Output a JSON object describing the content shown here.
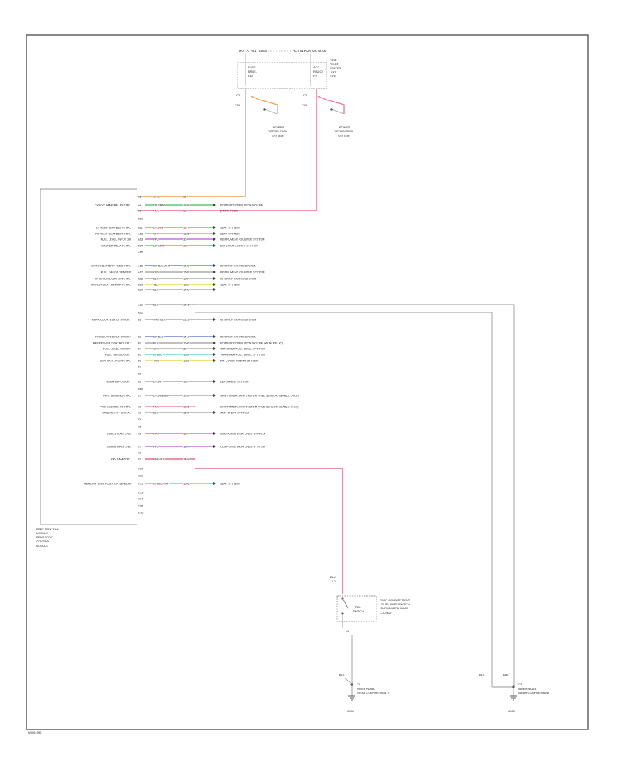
{
  "colors": {
    "border": "#555555",
    "wire_gray": "#9a9a9a",
    "wire_orange": "#f0a050",
    "wire_pink": "#f07090",
    "wire_green": "#3cc050",
    "wire_blue": "#5068d0",
    "wire_violet": "#c050e0",
    "wire_yellow": "#e0d020",
    "wire_cyan": "#40d0e0",
    "wire_red": "#e05070"
  },
  "fuse_box": {
    "hot_labels": [
      "HOT AT ALL TIMES",
      "HOT IN RUN OR START"
    ],
    "fuse_left": [
      "FUSE",
      "PANEL",
      "F10"
    ],
    "fuse_right": [
      "ACC",
      "RADIO",
      "F5"
    ],
    "right_note": [
      "FUSE",
      "RELAY",
      "CENTER",
      "LEFT",
      "SIDE"
    ],
    "pin_left": [
      "C2",
      "P89"
    ],
    "pin_right": [
      "C2",
      "P89"
    ],
    "ground_left": [
      "POWER",
      "DISTRIBUTION",
      "SYSTEM"
    ],
    "ground_right": [
      "POWER",
      "DISTRIBUTION",
      "SYSTEM"
    ]
  },
  "module": {
    "name_lines": [
      "BODY CONTROL",
      "MODULE",
      "REAR BODY",
      "CONTROL",
      "MODULE"
    ]
  },
  "circuits": [
    {
      "label": "",
      "pin": "A1",
      "wire": "ORG",
      "code": "840",
      "dest": "",
      "color": "orange"
    },
    {
      "label": "CARGO LAMP RELAY CTRL",
      "pin": "A4",
      "wire": "DK GRN",
      "code": "1834",
      "dest": "POWER DISTRIBUTION SYSTEM",
      "color": "green"
    },
    {
      "label": "",
      "pin": "A9",
      "wire": "PNK",
      "code": "639",
      "dest": "(FROM FUSE)",
      "color": "pink"
    },
    {
      "label": "",
      "pin": "A10",
      "wire": "",
      "code": "",
      "dest": "",
      "color": "none"
    },
    {
      "label": "LT REAR SEAT BELT CTRL",
      "pin": "A11",
      "wire": "LT GRN",
      "code": "1377",
      "dest": "SEAT SYSTEM",
      "color": "green"
    },
    {
      "label": "RT REAR SEAT BELT CTRL",
      "pin": "A12",
      "wire": "GRY",
      "code": "1381",
      "dest": "SEAT SYSTEM",
      "color": "gray"
    },
    {
      "label": "FUEL LEVEL INPUT DR",
      "pin": "A13",
      "wire": "PPL",
      "code": "30",
      "dest": "INSTRUMENT CLUSTER SYSTEM",
      "color": "violet"
    },
    {
      "label": "WASHER RELAY CTRL",
      "pin": "A14",
      "wire": "DK GRN",
      "code": "593",
      "dest": "EXTERIOR LIGHTS SYSTEM",
      "color": "green"
    },
    {
      "label": "",
      "pin": "A15",
      "wire": "",
      "code": "",
      "dest": "",
      "color": "none"
    },
    {
      "label": "CARGO BATTERY FEED CTRL",
      "pin": "A16",
      "wire": "DK BLU/WHT",
      "code": "1420",
      "dest": "INTERIOR LIGHTS SYSTEM",
      "color": "blue"
    },
    {
      "label": "FUEL GAUGE SENDER",
      "pin": "A17",
      "wire": "GRY",
      "code": "1589",
      "dest": "INSTRUMENT CLUSTER SYSTEM",
      "color": "gray"
    },
    {
      "label": "INTERIOR LIGHT SW CTRL",
      "pin": "A18",
      "wire": "BLK",
      "code": "156",
      "dest": "INTERIOR LIGHTS SYSTEM",
      "color": "gray"
    },
    {
      "label": "MIRROR SEAT MEMORY CTRL",
      "pin": "A19",
      "wire": "YEL",
      "code": "1383",
      "dest": "SEAT SYSTEM",
      "color": "yellow"
    },
    {
      "label": "",
      "pin": "A20",
      "wire": "BLK",
      "code": "1450",
      "dest": "",
      "color": "gray"
    },
    {
      "label": "",
      "pin": "A21",
      "wire": "BLK",
      "code": "1451",
      "dest": "",
      "color": "gray"
    },
    {
      "label": "",
      "pin": "A22",
      "wire": "",
      "code": "",
      "dest": "",
      "color": "none"
    },
    {
      "label": "REAR COURTESY LT SW CKT",
      "pin": "B1",
      "wire": "WHT/BLK",
      "code": "2121",
      "dest": "INTERIOR LIGHTS SYSTEM",
      "color": "gray"
    },
    {
      "label": "RR COURTESY LT SW CKT",
      "pin": "B2",
      "wire": "DK BLU",
      "code": "1412",
      "dest": "INTERIOR LIGHTS SYSTEM",
      "color": "blue"
    },
    {
      "label": "REFRESHER CONTROL CKT",
      "pin": "B3",
      "wire": "BLK",
      "code": "1640",
      "dest": "POWER DISTRIBUTION SYSTEM (WITH RELAY)",
      "color": "gray"
    },
    {
      "label": "FUEL LEVEL SW CKT",
      "pin": "B4",
      "wire": "GRY",
      "code": "30",
      "dest": "TRANSFER/FUEL LEVEL SYSTEM",
      "color": "gray"
    },
    {
      "label": "FUEL SENDER CKT",
      "pin": "B5",
      "wire": "LT BLU",
      "code": "1589",
      "dest": "TRANSFER/FUEL LEVEL SYSTEM",
      "color": "cyan"
    },
    {
      "label": "SEAT MOTOR SW CTRL",
      "pin": "B6",
      "wire": "TAN",
      "code": "1582",
      "dest": "AIR CONDITIONING SYSTEM",
      "color": "yellow"
    },
    {
      "label": "",
      "pin": "B7",
      "wire": "",
      "code": "",
      "dest": "",
      "color": "none"
    },
    {
      "label": "",
      "pin": "B8",
      "wire": "",
      "code": "",
      "dest": "",
      "color": "none"
    },
    {
      "label": "REAR DEFOG CKT",
      "pin": "B9",
      "wire": "LT GRY",
      "code": "193",
      "dest": "DEFOGGER SYSTEM",
      "color": "gray"
    },
    {
      "label": "",
      "pin": "B10",
      "wire": "",
      "code": "",
      "dest": "",
      "color": "none"
    },
    {
      "label": "FWD SENSING CTRL",
      "pin": "C1",
      "wire": "LT GRN/BLK",
      "code": "1289",
      "dest": "SHIFT INTERLOCK SYSTEM (FWD SENSOR ENABLE ONLY)",
      "color": "gray"
    },
    {
      "label": "FWD SENSING LT CTRL",
      "pin": "C2",
      "wire": "PNK",
      "code": "1286",
      "dest": "SHIFT INTERLOCK SYSTEM (FWD SENSOR ENABLE ONLY)",
      "color": "pink"
    },
    {
      "label": "PASS KEY III+ SIGNAL",
      "pin": "C3",
      "wire": "BLK",
      "code": "1590",
      "dest": "ANTI-THEFT SYSTEM",
      "color": "gray"
    },
    {
      "label": "",
      "pin": "C4",
      "wire": "",
      "code": "",
      "dest": "",
      "color": "none"
    },
    {
      "label": "",
      "pin": "C5",
      "wire": "",
      "code": "",
      "dest": "",
      "color": "none"
    },
    {
      "label": "SERIAL DATA LINE",
      "pin": "C6",
      "wire": "PPL",
      "code": "1807",
      "dest": "COMPUTER DATA LINES SYSTEM",
      "color": "violet"
    },
    {
      "label": "SERIAL DATA LINE",
      "pin": "C7",
      "wire": "PPL",
      "code": "1807",
      "dest": "COMPUTER DATA LINES SYSTEM",
      "color": "violet"
    },
    {
      "label": "",
      "pin": "C8",
      "wire": "",
      "code": "",
      "dest": "",
      "color": "none"
    },
    {
      "label": "REV LAMP CKT",
      "pin": "C9",
      "wire": "PNK/BLK",
      "code": "1444",
      "dest": "",
      "color": "red"
    },
    {
      "label": "",
      "pin": "C10",
      "wire": "",
      "code": "",
      "dest": "",
      "color": "none"
    },
    {
      "label": "",
      "pin": "C11",
      "wire": "",
      "code": "",
      "dest": "",
      "color": "none"
    },
    {
      "label": "MEMORY SEAT POSITION SENSOR",
      "pin": "C12",
      "wire": "LT BLU/WHT",
      "code": "1586",
      "dest": "SEAT SYSTEM",
      "color": "cyan"
    },
    {
      "label": "",
      "pin": "C13",
      "wire": "",
      "code": "",
      "dest": "",
      "color": "none"
    },
    {
      "label": "",
      "pin": "C14",
      "wire": "",
      "code": "",
      "dest": "",
      "color": "none"
    },
    {
      "label": "",
      "pin": "C15",
      "wire": "",
      "code": "",
      "dest": "",
      "color": "none"
    },
    {
      "label": "",
      "pin": "C16",
      "wire": "",
      "code": "",
      "dest": "",
      "color": "none"
    }
  ],
  "switch": {
    "pin_top": [
      "BLU",
      "1.0"
    ],
    "inner": [
      "REL",
      "SWITCH"
    ],
    "note": [
      "REAR COMPARTMENT",
      "LID RELEASE SWITCH",
      "(SHOWN WITH DOOR",
      "CLOSED)"
    ],
    "pin_bottom": "C1"
  },
  "grounds": {
    "left_wire": "BLK",
    "right_wires": [
      "BLK",
      "BLK"
    ],
    "left_label": [
      "C2",
      "INNER PANEL",
      "(REAR COMPARTMENT)"
    ],
    "right_label": [
      "C2",
      "INNER PANEL",
      "(REAR COMPARTMENT)"
    ],
    "left_id": "G303",
    "right_id": "G305"
  },
  "footer": "W0061990"
}
